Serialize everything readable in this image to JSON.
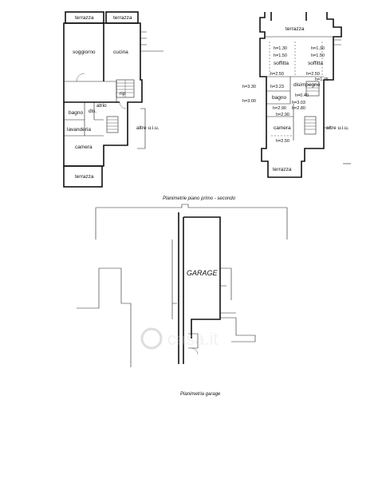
{
  "plan_first_floor": {
    "rooms": {
      "terrace_top_left": "terrazza",
      "terrace_top_right": "terrazza",
      "living": "soggiorno",
      "kitchen": "cucina",
      "rip": "rip",
      "bath": "bagno",
      "dis": "dis.",
      "atrium": "atrio",
      "laundry": "lavanderia",
      "bedroom": "camera",
      "terrace_bottom": "terrazza"
    },
    "other_units": "altre u.i.u."
  },
  "plan_second_floor": {
    "rooms": {
      "terrace_top": "terrazza",
      "attic_left": "soffitta",
      "attic_right": "soffitta",
      "lobby": "disimpegno",
      "bath": "bagno",
      "bedroom": "camera",
      "terrace_bottom": "terrazza"
    },
    "heights": {
      "h_left_1": "h=1.30",
      "h_left_2": "h=1.50",
      "h_right_1": "h=1.30",
      "h_right_2": "h=1.50",
      "h_left_3": "h=2.50",
      "h_right_3": "h=2.50",
      "h_outer_1": "h=3.30",
      "h_inner_1": "h=3.23",
      "h_outer_2": "h=3.00",
      "h_inner_2": "h=3.03",
      "h_bath": "h=0.40",
      "h_small_1": "h=2.90",
      "h_small_2": "h=2.80",
      "h_small_3": "h=2.90",
      "h_small_4": "h=2.50",
      "h_small_5": "h=1.75"
    },
    "other_units": "altre u.i.u."
  },
  "caption_floors": "Planimetrie piano primo - secondo",
  "plan_garage": {
    "label": "GARAGE"
  },
  "caption_garage": "Planimetria garage",
  "watermark": "casa.it"
}
